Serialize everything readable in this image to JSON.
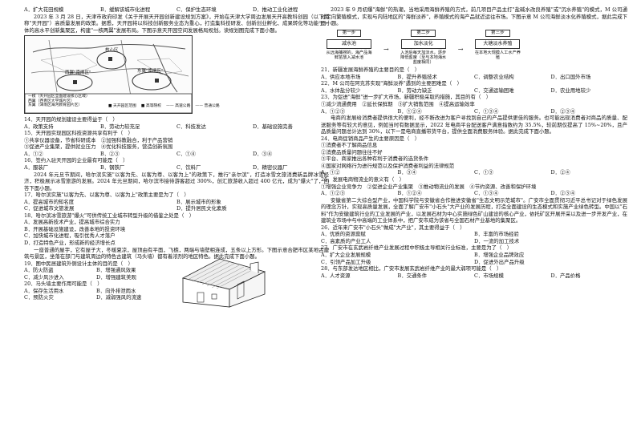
{
  "left": {
    "top_options": [
      "A．扩大花田规模",
      "B．缓解该城市化进程",
      "C．保护生态环境",
      "D．推动工业化进程"
    ],
    "passage1": [
      "2023 年 3 月 28 日，天津市政府印发《关于开展天开园创新建设规划方案》，开始在天津大学周边发展天开高教科创园（以下简称\"天开园\"）高质量发展的政策。据悉，天开园将以科技创新服务业态为重心，打造集科技研发、创新创业孵化、成果转化等功能于一体的高水平创新集聚区，构建\"一核两翼\"发展布局。下图示意天开园空间发展格局规划。读规划图完成下面小题。"
    ],
    "map": {
      "labels": [
        "核心区",
        "西翼\"南闸区\"",
        "东翼\"南闸区\""
      ],
      "legend": [
        "一核（天开园区全面建设核心区域）",
        "西翼（西青区大学城片区）",
        "东翼（津南区海河教育园片区）"
      ],
      "legend_keys": [
        "■ 天开园区范围",
        "■ 高等院校",
        "—— 高速公路",
        "—— 普通公路"
      ]
    },
    "q14": {
      "stem": "14．天开园的规划建设主要得益于（　）",
      "options": [
        "A．政策支持",
        "B．劳动力较充足",
        "C．科技发达",
        "D．基础设施完善"
      ]
    },
    "q15": {
      "stem": "15．天开园实现园区科技资源共享有利于（　）",
      "lines": [
        "①共享仪器设备，节省科研成本　②加强科教融合，利于产品营销",
        "③促进产业集聚，提供就业压力　④优化科技服务，营造创新氛围"
      ],
      "options": [
        "A．①②",
        "B．②③",
        "C．①④",
        "D．③④"
      ]
    },
    "q16": {
      "stem": "16．签约入驻天开园的企业最有可能是（　）",
      "options": [
        "A．服装厂",
        "B．钢铁厂",
        "C．饮料厂",
        "D．精密仪器厂"
      ]
    },
    "passage2": [
      "2024 年元旦节期间，哈尔滨实施\"以客为先、以客为尊、以客为上\"的政策下，推行\"亲尔滨\"，打造冰雪文旅消费新品牌冰雪经济，积极展示冰雪旅游的发展。2024 年元旦期间，哈尔滨市接待游客超过 300%，创汇旅游收入超过 400 亿元，成为\"爆火\"了，回答下面小题。"
    ],
    "q17": {
      "stem": "17．哈尔滨实施\"以客为先、以客为尊、以客为上\"政策主要是为了（　）",
      "options": [
        "A．提高城市的知名度",
        "B．展示城市的形象",
        "C．促进城市文旅发展",
        "D．提升居民文化素质"
      ]
    },
    "q18": {
      "stem": "18．哈尔滨冰雪旅游\"爆火\"可供传统工业城市转型升级的借鉴之处是（　）",
      "options": [
        "A．发展高新技术产业，提高城市综合实力",
        "B．开展基础设施建设，改善本地的投资环境",
        "C．加快城市化进程，吸引优秀人才落户",
        "D．打造特色产业，形成新的经济增长点"
      ]
    },
    "passage3": [
      "一座普通的屋宇，它有屋子大，冬暖夏凉，屋顶由有平面，飞檐，两端与墙壁相连成，五条以上方形。下图示意合肥市区某地古建筑与景区，坐落在部门与建筑周边的特色古建筑（马头墙）都有着浓烈的地区特色。据此完成下面小题。"
    ],
    "q19": {
      "stem": "19．图中民居建筑外侧设计主体的目的是（　）",
      "options": [
        "A．防火防盗",
        "B．增强通风效果",
        "C．减少风沙进入",
        "D．增强建筑美观"
      ]
    },
    "q20": {
      "stem": "20．马头墙主要作用可能是（　）",
      "options": [
        "A．保存生活用水",
        "B．向外排泄雨水",
        "C．预防火灾",
        "D．减弱强风的流速"
      ]
    }
  },
  "right": {
    "passage1": [
      "2023 年 9 月初爆\"海鲜\"的热潮，当地采用海鲜养殖的方式，前几项目产品主打\"盐碱水改良养殖\"或\"沉水养殖\"的模式，M 公司通过定向繁殖模式，实现与内陆地区的\"海鲜淡养\"，养殖模式的海产品就近运往市场。下图示意 M 公司海鲜淡水化养殖模式，据此完成下面小题。"
    ],
    "flow": {
      "steps": [
        "第一步",
        "第二步",
        "第三步"
      ],
      "boxes": [
        "减水池",
        "加水淡化",
        "大塘淡水养殖"
      ],
      "notes": [
        "从远海捕捞的，海产品海鲜苗放入减水池",
        "入池后每天加淡水，逐步降低盐度（至与本地海水盐度相同）",
        "在本地大规模人工水产养殖"
      ]
    },
    "q21": {
      "stem": "21．新疆发展海鲜养殖的主要目的是（　）",
      "options": [
        "A．供应本地市场",
        "B．提升养殖技术",
        "C．调整农业结构",
        "D．出口国外市场"
      ]
    },
    "q22": {
      "stem": "22．M 公司在阿克苏实现\"海鲜淡养\"遇到的主要困难是（　）",
      "options": [
        "A．水体盐分较少",
        "B．劳动力缺乏",
        "C．交通运输困难",
        "D．农业用地较少"
      ]
    },
    "q23": {
      "stem": "23．为促进\"海鲜\"进一步扩大市场，新疆积极采取的措施，其目的有（　）",
      "lines": [
        "①减少流通费用　②延长保鲜期　③扩大销售范围　④提高运输效率"
      ],
      "options": [
        "A．①②③",
        "B．①②④",
        "C．①③④",
        "D．②③④"
      ]
    },
    "passage2": [
      "电商的发展给消费者提供很大的便利，经不断改进为客户寻找到自己的产品提供更佳的服务。也可能出现消费者对商品的质量、配送服务等有较大的意见，例如当时有数据显示，2022 年电商平台配送客户满意指数约为 35.5%，较前期仅提高了 15%~20%，且产品质量问题总计达到 30%，以下一是电商直播带货平台，提供全面消费服务体验。据此完成下面小题。"
    ],
    "q24": {
      "stem": "24．电商促销商品产生的主要原因是（　）",
      "lines": [
        "①消费者不了解商品信息",
        "②消费品质量问题往往不好",
        "③平台、商家推出各种有利于消费者的选货条件",
        "④国家对网络行为进行规范以及保护消费者利益的法律规范"
      ],
      "options": [
        "A．①②",
        "B．③④",
        "C．①③",
        "D．②④"
      ]
    },
    "q25": {
      "stem": "25．发展电商物流业的意义有（　）",
      "lines": [
        "①增强企业竞争力　②促进企业产业集聚　③推动物流业的发展　④节约资源、改善和保护环境"
      ],
      "options": [
        "A．①②③",
        "B．①②④",
        "C．①③④",
        "D．②③④"
      ]
    },
    "passage3": [
      "安徽省第二大综合型产业，中国科学院与安徽省合作推进安徽省\"生态文明示范城市\"。广安市全面贯彻习近平总书记对于绿色发展的理念方针，实现高质量发展，全面了解广安市\"小石头\"大产业的发展历程，打造全面建设的生态模式和实施产业绿色转型。中国以\"石料\"作为安徽建筑行业的工业发展的产业，以发展石材为中心实施绿色矿山建设的核心产业，依托矿区开展开采以及进一步开发产业，在建筑业市场中与中高端的工业体系中，把广安市成为该省与全国石材产业基地的集聚区。"
    ],
    "q26": {
      "stem": "26．近年来广安市\"小石头\"做成\"大产业\"，其主要得益于（　）",
      "options": [
        "A．优质的资源禀赋",
        "B．丰富的市场经验",
        "C．高素质的产业工人",
        "D．一流的加工技术"
      ]
    },
    "q27": {
      "stem": "27．广安市在玄武岩纤维产业发展过程中积极主导相关行业标准，主要是为了（　）",
      "options": [
        "A．扩大企业发展规模",
        "B．增强企业品牌效应",
        "C．引领产品加工升级",
        "D．促进外出产品升级"
      ]
    },
    "q28": {
      "stem": "28．与东部发达地区相比，广安市发展玄武岩纤维产业的最大弱项可能是（　）",
      "options": [
        "A．人才资源",
        "B．交通条件",
        "C．市场规模",
        "D．产品价格"
      ]
    }
  }
}
